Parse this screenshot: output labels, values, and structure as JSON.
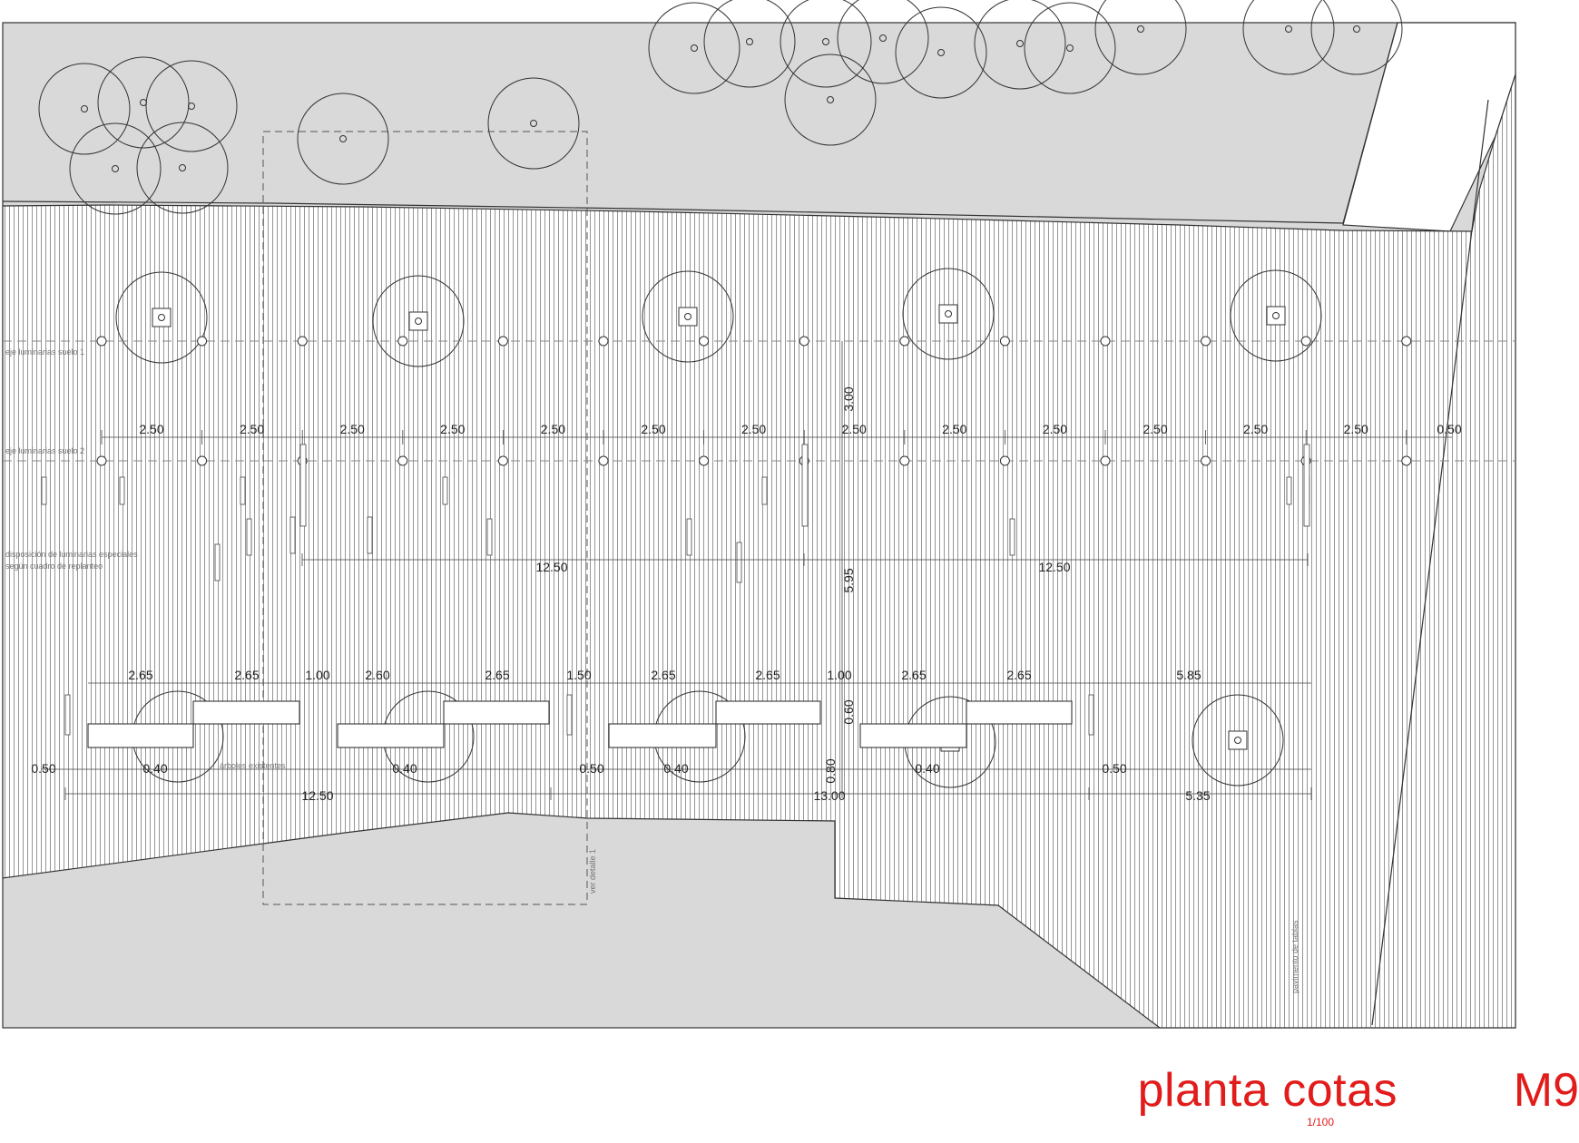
{
  "title": {
    "main": "planta cotas",
    "code": "M9",
    "scale": "1/100"
  },
  "notes": {
    "axis_1": "eje luminarias suelo 1",
    "axis_2": "eje luminarias suelo 2",
    "position_note_line1": "disposición de luminarias especiales",
    "position_note_line2": "según cuadro de replanteo",
    "existing_trees": "árboles existentes",
    "detail_ref": "ver detalle 1",
    "paving": "pavimento de tablas"
  },
  "dimensions": {
    "spacing_row": [
      "2.50",
      "2.50",
      "2.50",
      "2.50",
      "2.50",
      "2.50",
      "2.50",
      "2.50",
      "2.50",
      "2.50",
      "2.50",
      "2.50",
      "2.50"
    ],
    "spacing_end": "0.50",
    "vertical_top": "3.00",
    "vertical_mid": "5.95",
    "vertical_bench_a": "0.60",
    "vertical_bench_b": "0.80",
    "span_left": "12.50",
    "span_right": "12.50",
    "bench_row": [
      "2.65",
      "2.65",
      "1.00",
      "2.60",
      "2.65",
      "1.50",
      "2.65",
      "2.65",
      "1.00",
      "2.65",
      "2.65",
      "5.85"
    ],
    "offsets": [
      "0.50",
      "0.40",
      "0.40",
      "0.50",
      "0.40",
      "0.40",
      "0.50"
    ],
    "bottom_spans": [
      "12.50",
      "13.00",
      "5.35"
    ]
  },
  "colors": {
    "title": "#e21b1b",
    "ground": "#d9d9d9",
    "hatch": "#8a8a8a",
    "linework": "#222222"
  }
}
